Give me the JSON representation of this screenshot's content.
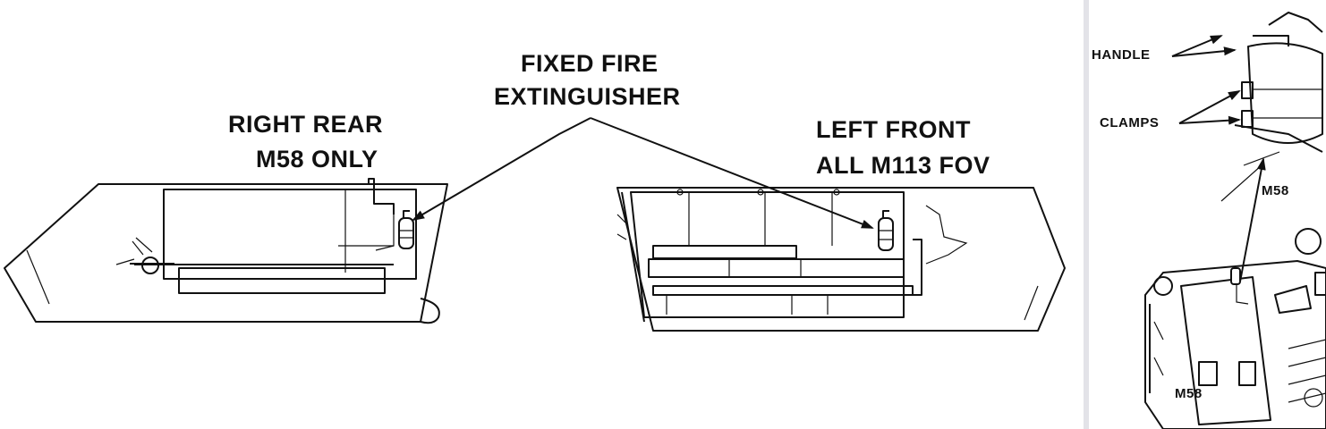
{
  "labels": {
    "fixed_fire_line1": "FIXED FIRE",
    "fixed_fire_line2": "EXTINGUISHER",
    "right_rear_line1": "RIGHT REAR",
    "right_rear_line2": "M58 ONLY",
    "left_front_line1": "LEFT FRONT",
    "left_front_line2": "ALL M113 FOV",
    "handle": "HANDLE",
    "clamps": "CLAMPS",
    "m58_upper": "M58",
    "m58_lower": "M58"
  },
  "colors": {
    "ink": "#111111",
    "background": "#ffffff",
    "divider": "#e3e3e8"
  }
}
